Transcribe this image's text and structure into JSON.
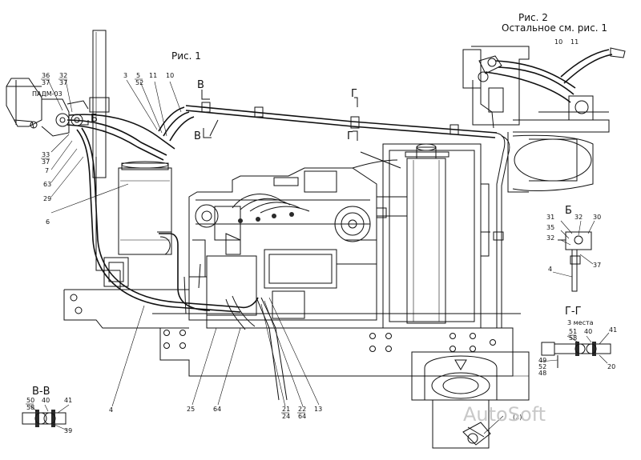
{
  "titles": {
    "fig1": "Рис. 1",
    "fig2": "Рис. 2",
    "fig2_note": "Остальное см. рис. 1",
    "section_b": "Б",
    "section_gg": "Г-Г",
    "section_gg_note": "3 места",
    "section_vv": "В-В",
    "unit_label": "ПАДМ-03"
  },
  "cut_marks": {
    "b_left": "Б",
    "v_top": "В",
    "v_bottom": "В",
    "g_top": "Г",
    "g_bottom": "Г"
  },
  "callouts": {
    "c36": "36",
    "c37a": "37",
    "c32a": "32",
    "c37b": "37",
    "c3": "3",
    "c5": "5",
    "c52": "52",
    "c11": "11",
    "c10": "10",
    "c33": "33",
    "c37c": "37",
    "c7": "7",
    "c63": "63",
    "c29": "29",
    "c6": "6",
    "c4": "4",
    "c25": "25",
    "c64": "64",
    "c21": "21",
    "c24": "24",
    "c22": "22",
    "c64b": "64",
    "c13": "13",
    "c2_paren": "(2)",
    "f2_10": "10",
    "f2_11": "11",
    "b31": "31",
    "b32a": "32",
    "b30": "30",
    "b35": "35",
    "b32b": "32",
    "b4": "4",
    "b37": "37",
    "g51": "51",
    "g58": "58",
    "g40": "40",
    "g41": "41",
    "g49": "49",
    "g52": "52",
    "g48": "48",
    "g20": "20",
    "v50": "50",
    "v58": "58",
    "v40": "40",
    "v41": "41",
    "v39": "39"
  },
  "watermark": "AutoSoft"
}
